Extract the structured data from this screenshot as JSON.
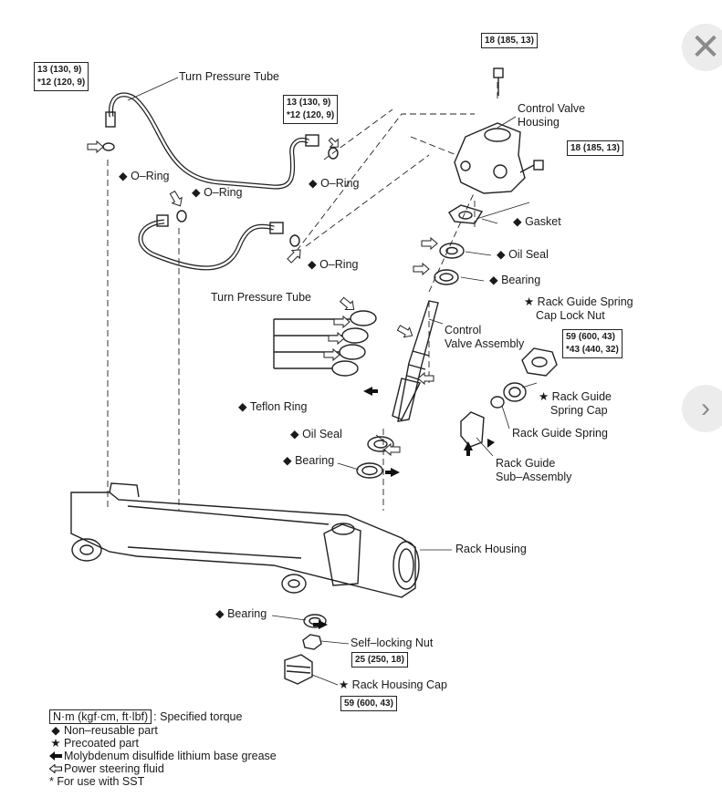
{
  "viewer": {
    "close_glyph": "✕",
    "next_glyph": "›"
  },
  "labels": {
    "turn_pressure_tube_top": "Turn Pressure Tube",
    "turn_pressure_tube_mid": "Turn Pressure Tube",
    "control_valve_housing_1": "Control Valve",
    "control_valve_housing_2": "Housing",
    "oring_1": "◆ O–Ring",
    "oring_2": "◆ O–Ring",
    "oring_3": "◆ O–Ring",
    "oring_4": "◆ O–Ring",
    "gasket": "◆ Gasket",
    "oil_seal_1": "◆ Oil Seal",
    "bearing_1": "◆ Bearing",
    "rack_guide_lock_1": "★ Rack Guide Spring",
    "rack_guide_lock_2": "Cap Lock Nut",
    "control_valve_asm_1": "Control",
    "control_valve_asm_2": "Valve Assembly",
    "rack_guide_cap_1": "★ Rack Guide",
    "rack_guide_cap_2": "Spring Cap",
    "rack_guide_spring": "Rack Guide Spring",
    "teflon_ring": "◆ Teflon Ring",
    "oil_seal_2": "◆ Oil Seal",
    "bearing_2": "◆ Bearing",
    "rack_guide_sub_1": "Rack Guide",
    "rack_guide_sub_2": "Sub–Assembly",
    "rack_housing": "Rack Housing",
    "bearing_3": "◆ Bearing",
    "self_locking_nut": "Self–locking Nut",
    "rack_housing_cap": "★ Rack Housing Cap"
  },
  "torque": {
    "tl_line1": "13 (130, 9)",
    "tl_line2": "*12 (120, 9)",
    "tm_line1": "13 (130, 9)",
    "tm_line2": "*12 (120, 9)",
    "top_bolt": "18 (185, 13)",
    "side_bolt": "18 (185, 13)",
    "lock_nut_line1": "59 (600, 43)",
    "lock_nut_line2": "*43 (440, 32)",
    "self_lock_nut": "25 (250, 18)",
    "housing_cap": "59 (600, 43)"
  },
  "legend": {
    "unit": "N·m (kgf·cm, ft·lbf)",
    "unit_desc": ": Specified torque",
    "nonreusable_sym": "◆",
    "nonreusable": "Non–reusable part",
    "precoated_sym": "★",
    "precoated": "Precoated part",
    "grease": "Molybdenum disulfide lithium base grease",
    "fluid": "Power steering fluid",
    "sst": "* For use with SST"
  }
}
